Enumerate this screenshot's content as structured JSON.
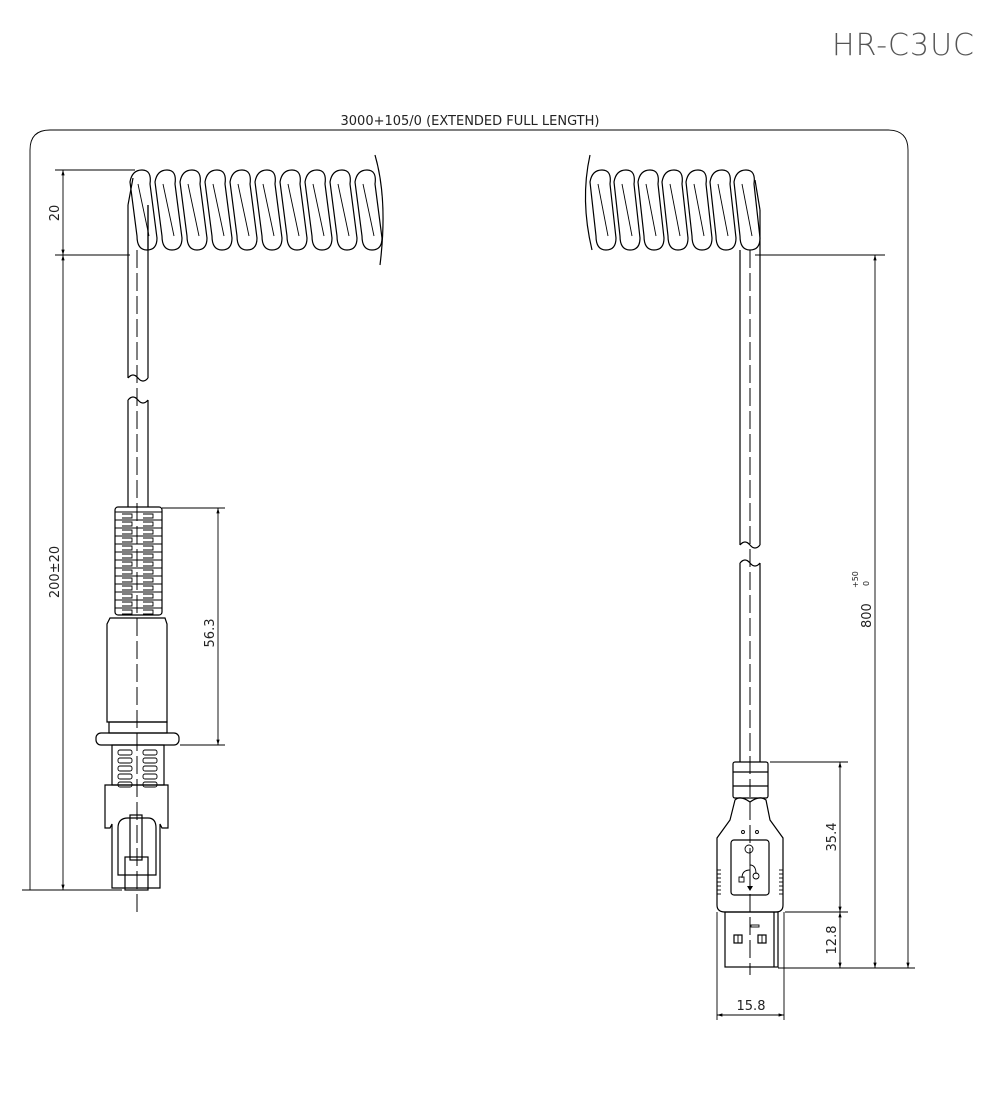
{
  "drawing": {
    "part_number": "HR-C3UC",
    "overall_length_label": "3000+105/0 (EXTENDED FULL LENGTH)"
  },
  "dimensions": {
    "coil_offset": "20",
    "left_tail_length": "200±20",
    "connector_boot_length": "56.3",
    "right_tail_length": "800",
    "right_tail_tolerance_upper": "+50",
    "right_tail_tolerance_lower": "0",
    "usb_body_length": "35.4",
    "usb_plug_length": "12.8",
    "usb_width": "15.8"
  }
}
